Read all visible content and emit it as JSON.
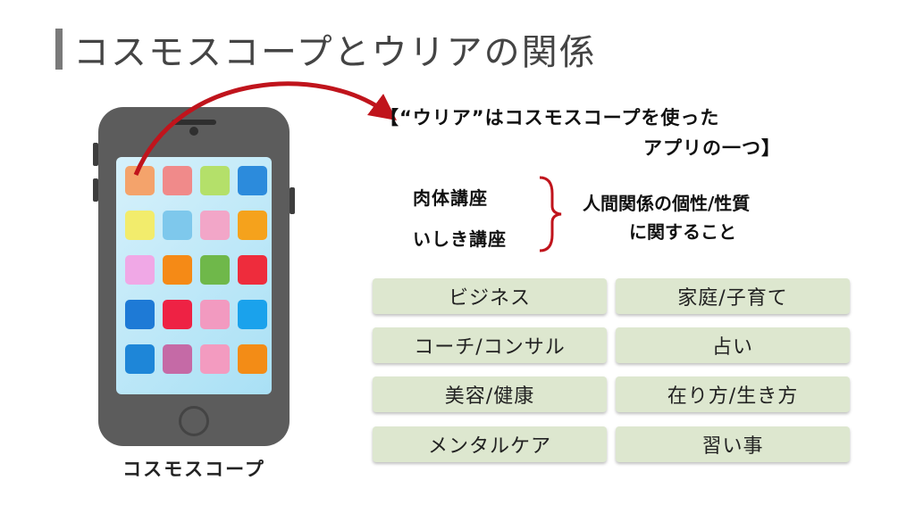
{
  "title": "コスモスコープとウリアの関係",
  "phone": {
    "caption": "コスモスコープ",
    "app_colors": [
      "#f4a36b",
      "#f08a8a",
      "#b4e06a",
      "#2c8bdc",
      "#f2ec6c",
      "#7ec8ec",
      "#f2a6c8",
      "#f5a21c",
      "#f0a8e6",
      "#f58a16",
      "#6fb84a",
      "#ee2c3c",
      "#1e7ad6",
      "#ee2244",
      "#f29ac0",
      "#1aa2ec",
      "#1e86d8",
      "#c56aa6",
      "#f39bc0",
      "#f38c16"
    ]
  },
  "quote": {
    "line1": "【“ウリア”はコスモスコープを使った",
    "line2": "アプリの一つ】"
  },
  "courses": [
    "肉体講座",
    "いしき講座"
  ],
  "relation": {
    "line1": "人間関係の個性/性質",
    "line2": "に関すること"
  },
  "categories": {
    "left": [
      "ビジネス",
      "コーチ/コンサル",
      "美容/健康",
      "メンタルケア"
    ],
    "right": [
      "家庭/子育て",
      "占い",
      "在り方/生き方",
      "習い事"
    ]
  },
  "colors": {
    "arrow": "#c0141c",
    "box": "#dde7cf",
    "title_bar": "#7a7a7a"
  }
}
